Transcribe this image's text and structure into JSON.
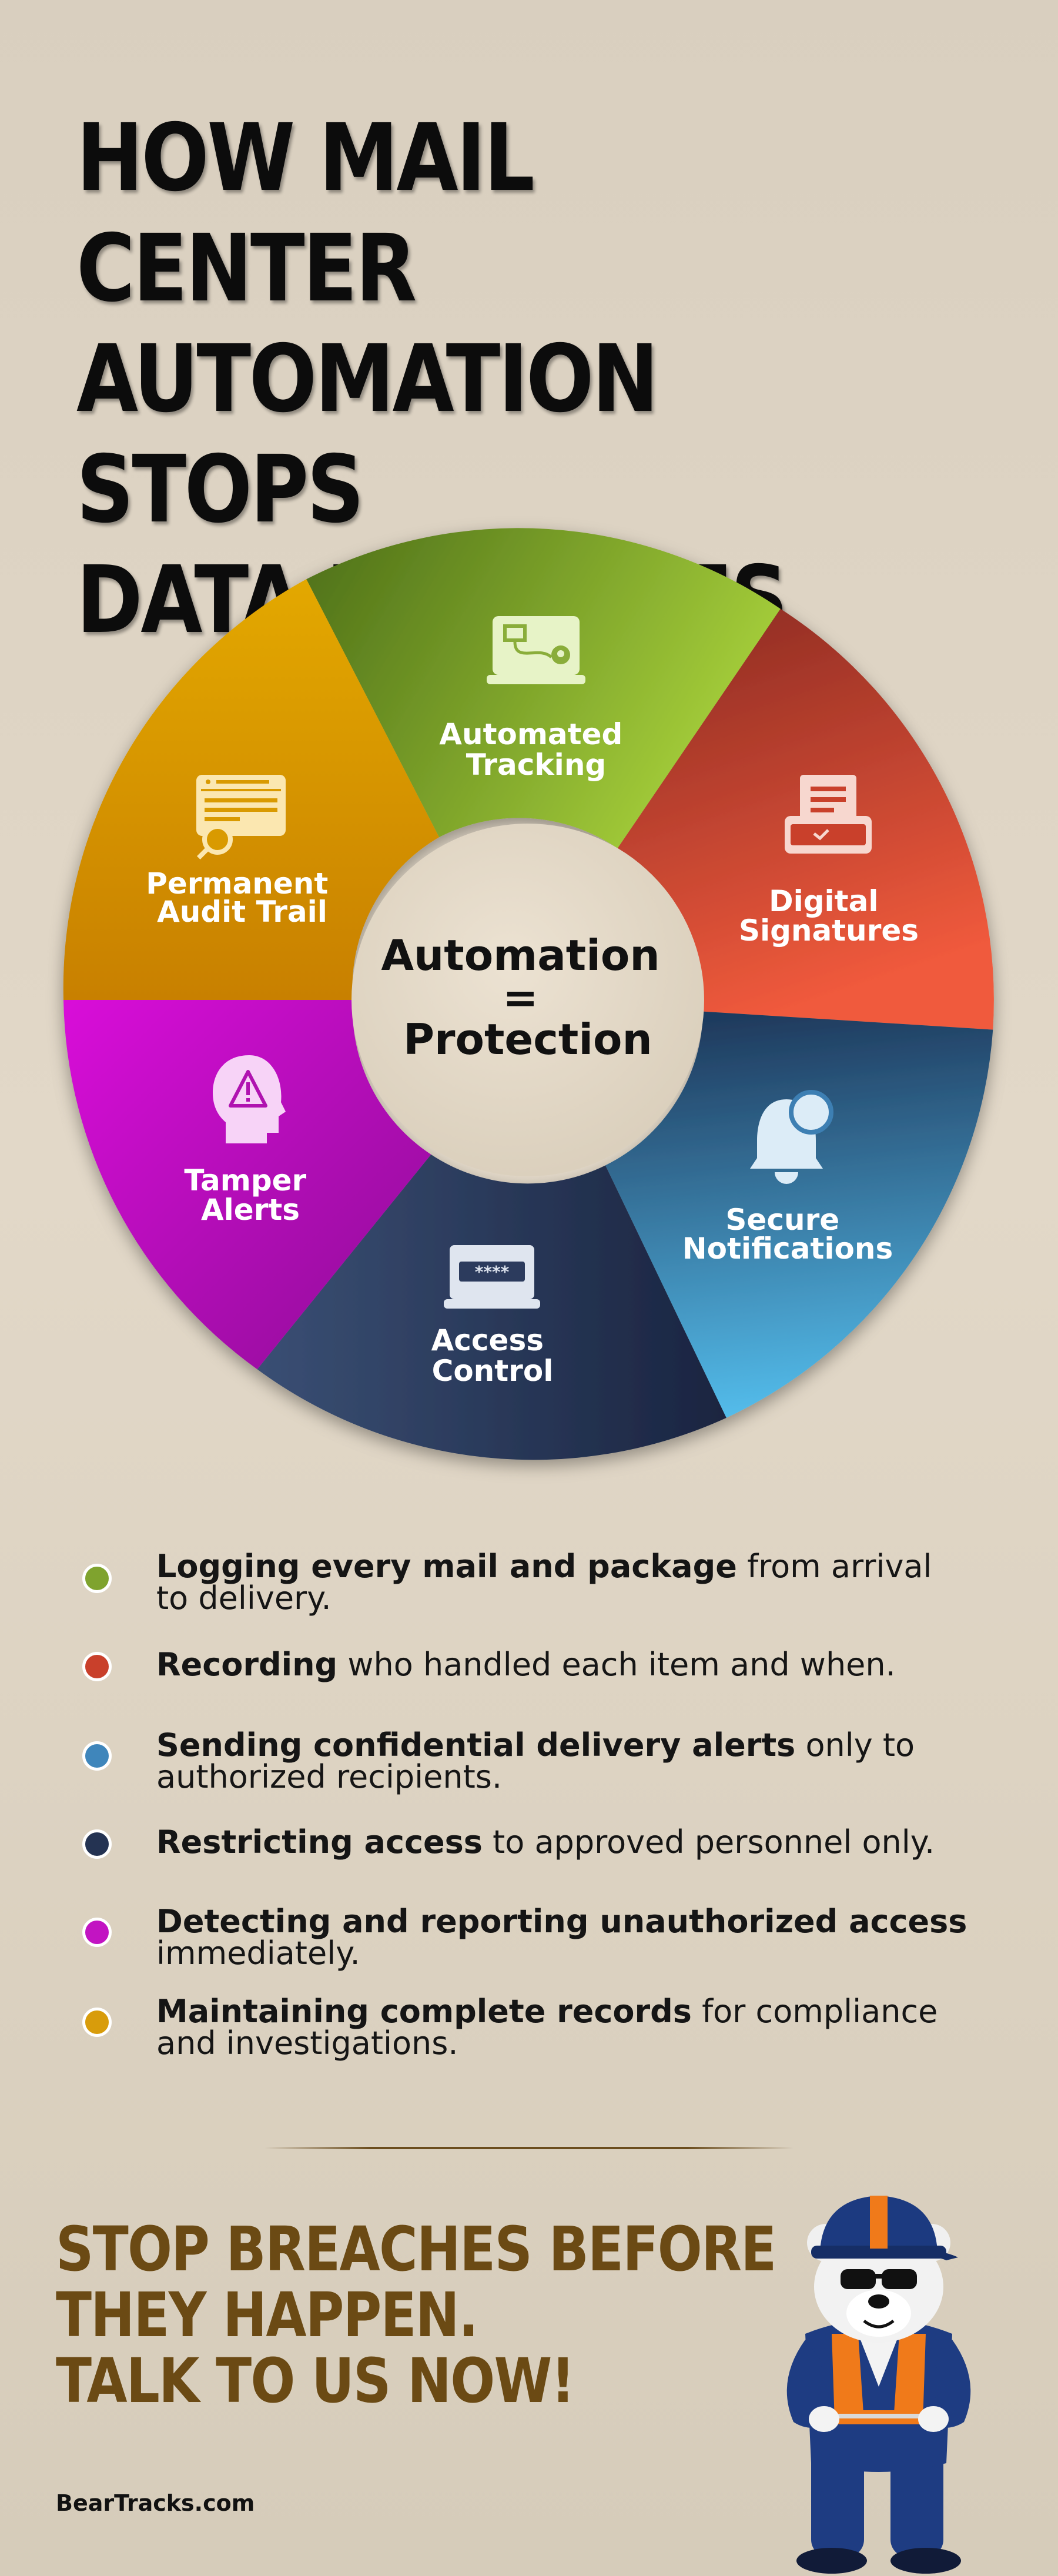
{
  "title": {
    "line1": "HOW MAIL CENTER",
    "line2": "AUTOMATION STOPS",
    "line3": "DATA BREACHES"
  },
  "wheel": {
    "center_line1": "Automation",
    "center_line2": "=",
    "center_line3": "Protection",
    "segments": [
      {
        "line1": "Automated",
        "line2": "Tracking",
        "icon": "tracking-icon",
        "color": "#8dbb2c"
      },
      {
        "line1": "Digital",
        "line2": "Signatures",
        "icon": "document-signature-icon",
        "color": "#d8442c"
      },
      {
        "line1": "Secure",
        "line2": "Notifications",
        "icon": "bell-icon",
        "color": "#3d8fc4"
      },
      {
        "line1": "Access",
        "line2": "Control",
        "icon": "password-laptop-icon",
        "color": "#24304f"
      },
      {
        "line1": "Tamper",
        "line2": "Alerts",
        "icon": "warning-head-icon",
        "color": "#c813c8"
      },
      {
        "line1": "Permanent",
        "line2": "Audit Trail",
        "icon": "search-browser-icon",
        "color": "#dfa000"
      }
    ]
  },
  "bullets": [
    {
      "bold": "Logging every mail and package",
      "rest1": " from arrival",
      "line2": "to delivery.",
      "color": "#7fa32e"
    },
    {
      "bold": "Recording",
      "rest1": " who handled each item and when.",
      "line2": "",
      "color": "#c9402b"
    },
    {
      "bold": "Sending confidential delivery alerts",
      "rest1": " only to",
      "line2": "authorized recipients.",
      "color": "#3f86bb"
    },
    {
      "bold": "Restricting access",
      "rest1": " to approved personnel only.",
      "line2": "",
      "color": "#243352"
    },
    {
      "bold": "Detecting and reporting unauthorized access",
      "rest1": "",
      "line2": "immediately.",
      "color": "#c214c2"
    },
    {
      "bold": "Maintaining complete records",
      "rest1": " for compliance",
      "line2": "and investigations.",
      "color": "#d89c0b"
    }
  ],
  "cta": {
    "line1": "STOP BREACHES BEFORE",
    "line2": "THEY HAPPEN.",
    "line3": "TALK TO US NOW!"
  },
  "footer": {
    "website": "BearTracks.com"
  },
  "mascot": {
    "icon": "bear-mascot-icon"
  }
}
